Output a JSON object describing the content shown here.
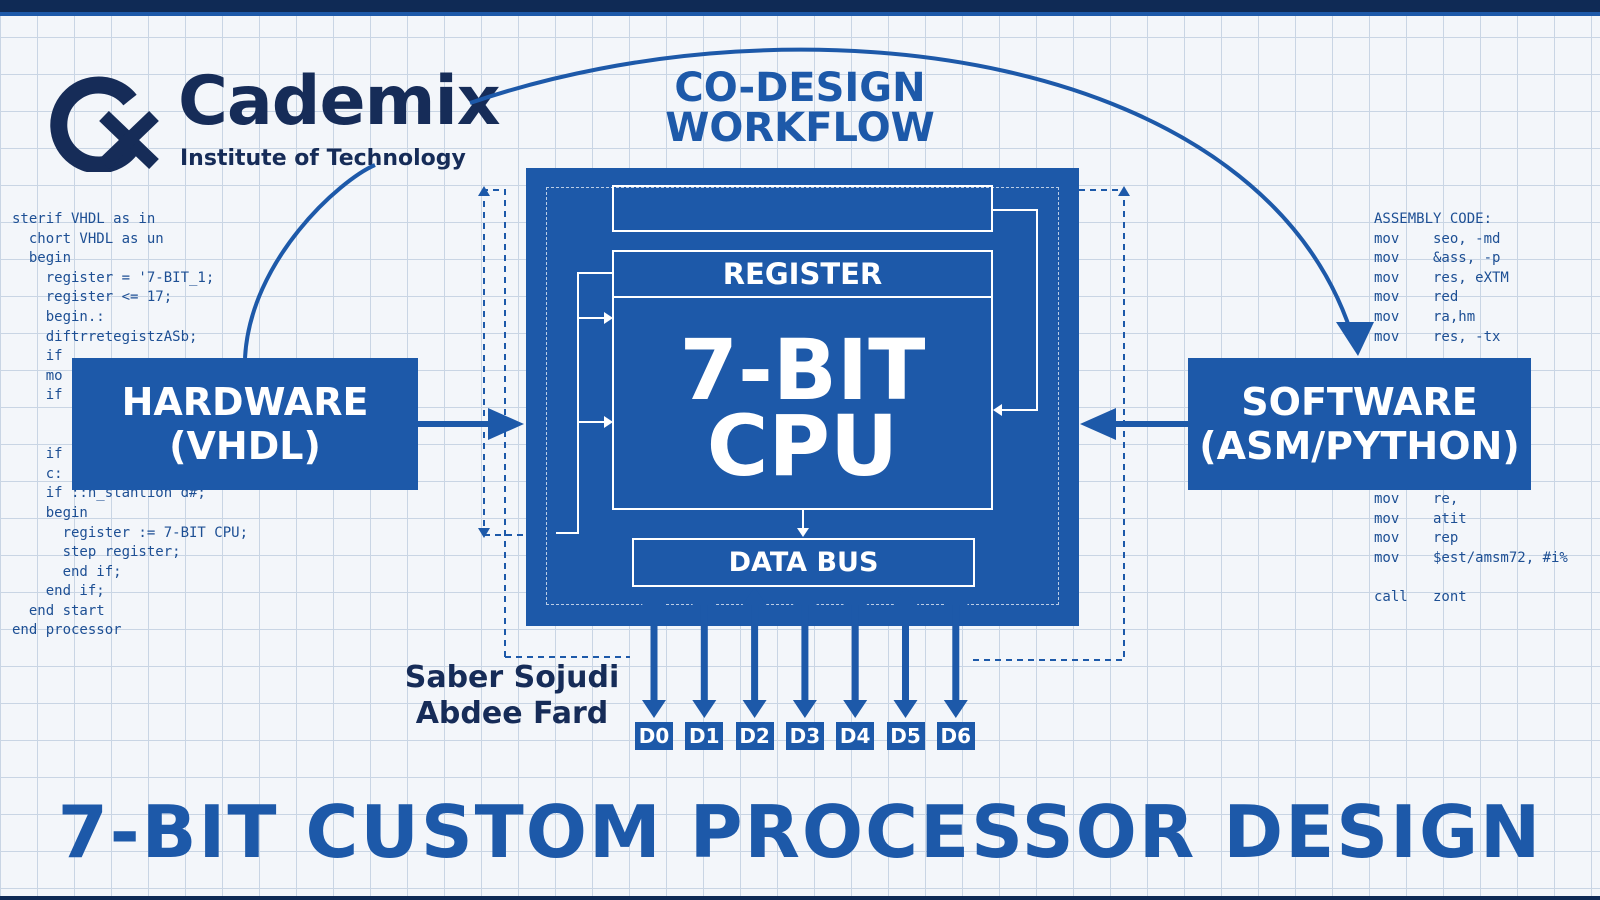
{
  "logo": {
    "name": "Cademix",
    "subtitle": "Institute of Technology"
  },
  "workflow_title": [
    "CO-DESIGN",
    "WORKFLOW"
  ],
  "hardware": {
    "line1": "HARDWARE",
    "line2": "(VHDL)"
  },
  "software": {
    "line1": "SOFTWARE",
    "line2": "(ASM/PYTHON)"
  },
  "cpu": {
    "register_label": "REGISTER",
    "cpu_line1": "7-BIT",
    "cpu_line2": "CPU",
    "databus_label": "DATA BUS"
  },
  "data_lines": [
    "D0",
    "D1",
    "D2",
    "D3",
    "D4",
    "D5",
    "D6"
  ],
  "author": {
    "line1": "Saber Sojudi",
    "line2": "Abdee Fard"
  },
  "main_title": "7-BIT CUSTOM PROCESSOR DESIGN",
  "vhdl_code_lines": [
    "sterif VHDL as in",
    "  chort VHDL as un",
    "  begin",
    "    register = '7-BIT_1;",
    "    register <= 17;",
    "    begin.:",
    "    diftrretegistzASb;",
    "    if",
    "    mo",
    "    if",
    "",
    "",
    "    if",
    "    c:",
    "    if ::n_stantion d#;",
    "    begin",
    "      register := 7-BIT CPU;",
    "      step register;",
    "      end if;",
    "    end if;",
    "  end start",
    "end processor"
  ],
  "asm_code_top": [
    "ASSEMBLY CODE:",
    "mov    seo, -md",
    "mov    &ass, -p",
    "mov    res, eXTM",
    "mov    red",
    "mov    ra,hm",
    "mov    res, -tx"
  ],
  "asm_code_bottom": [
    "mov    re,",
    "mov    atit",
    "mov    rep",
    "mov    $est/amsm72, #i%",
    "",
    "call   zont"
  ],
  "colors": {
    "primary_blue": "#1d59a9",
    "navy": "#162c58",
    "grid": "#c9d5e4",
    "background": "#f3f6fa"
  }
}
